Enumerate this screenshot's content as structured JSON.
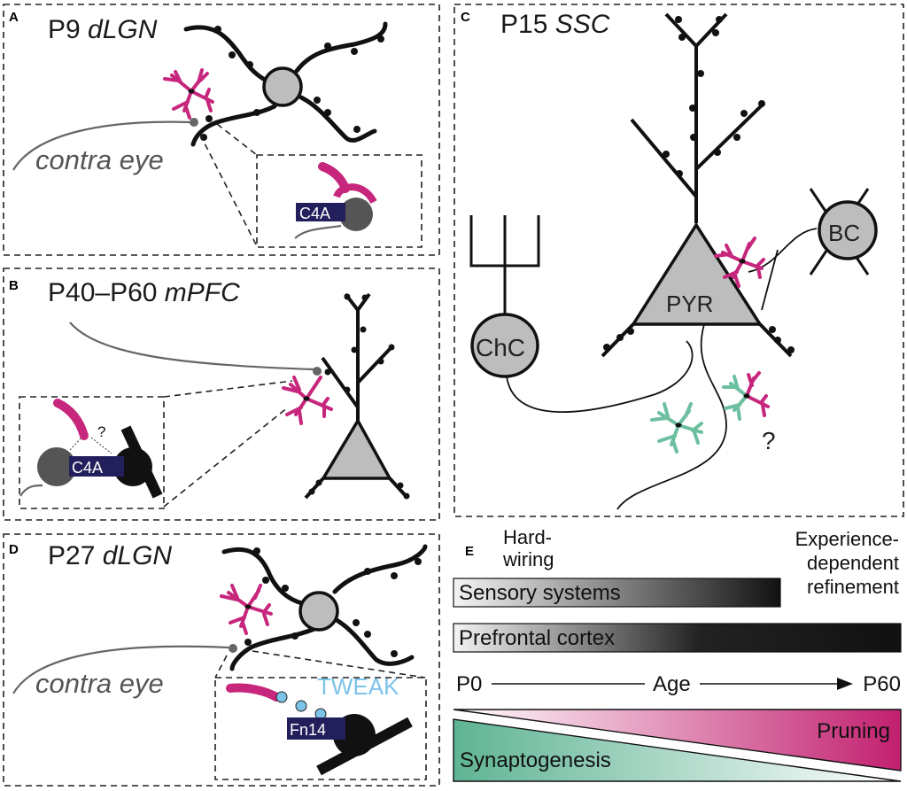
{
  "panels": {
    "A": {
      "letter": "A",
      "title_plain": "P9 ",
      "title_italic": "dLGN",
      "axon_label": "contra eye",
      "molecule_label": "C4A"
    },
    "B": {
      "letter": "B",
      "title_plain": "P40–P60 ",
      "title_italic": "mPFC",
      "molecule_label": "C4A",
      "question": "?"
    },
    "C": {
      "letter": "C",
      "title_plain": "P15 ",
      "title_italic": "SSC",
      "cell_pyr": "PYR",
      "cell_bc": "BC",
      "cell_chc": "ChC",
      "question": "?"
    },
    "D": {
      "letter": "D",
      "title_plain": "P27 ",
      "title_italic": "dLGN",
      "axon_label": "contra eye",
      "ligand_label": "TWEAK",
      "receptor_label": "Fn14"
    },
    "E": {
      "letter": "E",
      "left_label_line1": "Hard-",
      "left_label_line2": "wiring",
      "right_label_line1": "Experience-",
      "right_label_line2": "dependent",
      "right_label_line3": "refinement",
      "bars": [
        {
          "label": "Sensory systems",
          "extent_fraction_of_age_axis": 0.73
        },
        {
          "label": "Prefrontal cortex",
          "extent_fraction_of_age_axis": 1.0
        }
      ],
      "axis": {
        "start": "P0",
        "middle": "Age",
        "end": "P60"
      },
      "wedges": {
        "pruning": "Pruning",
        "synaptogenesis": "Synaptogenesis"
      }
    }
  },
  "colors": {
    "microglia": "#c7267d",
    "microglia_green": "#6cbf9f",
    "label_bg": "#221f5c",
    "tweak": "#7cc3e8",
    "soma": "#bdbdbd"
  }
}
